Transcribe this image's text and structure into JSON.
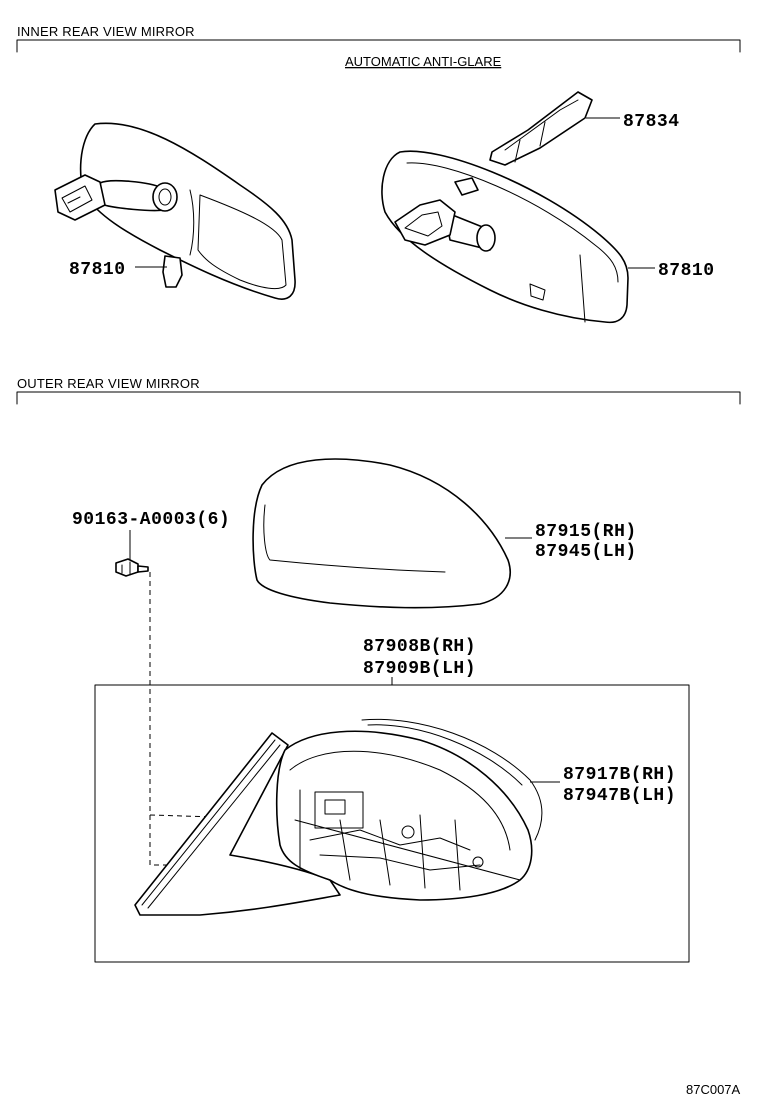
{
  "sections": {
    "inner": {
      "title": "INNER REAR VIEW MIRROR",
      "subtitle": "AUTOMATIC ANTI-GLARE"
    },
    "outer": {
      "title": "OUTER REAR VIEW MIRROR"
    }
  },
  "parts": {
    "inner_mirror_left": "87810",
    "inner_mirror_right": "87810",
    "cover": "87834",
    "screw": "90163-A0003(6)",
    "cover_rh": "87915(RH)",
    "cover_lh": "87945(LH)",
    "assy_rh": "87908B(RH)",
    "assy_lh": "87909B(LH)",
    "mirror_rh": "87917B(RH)",
    "mirror_lh": "87947B(LH)"
  },
  "reference_code": "87C007A"
}
